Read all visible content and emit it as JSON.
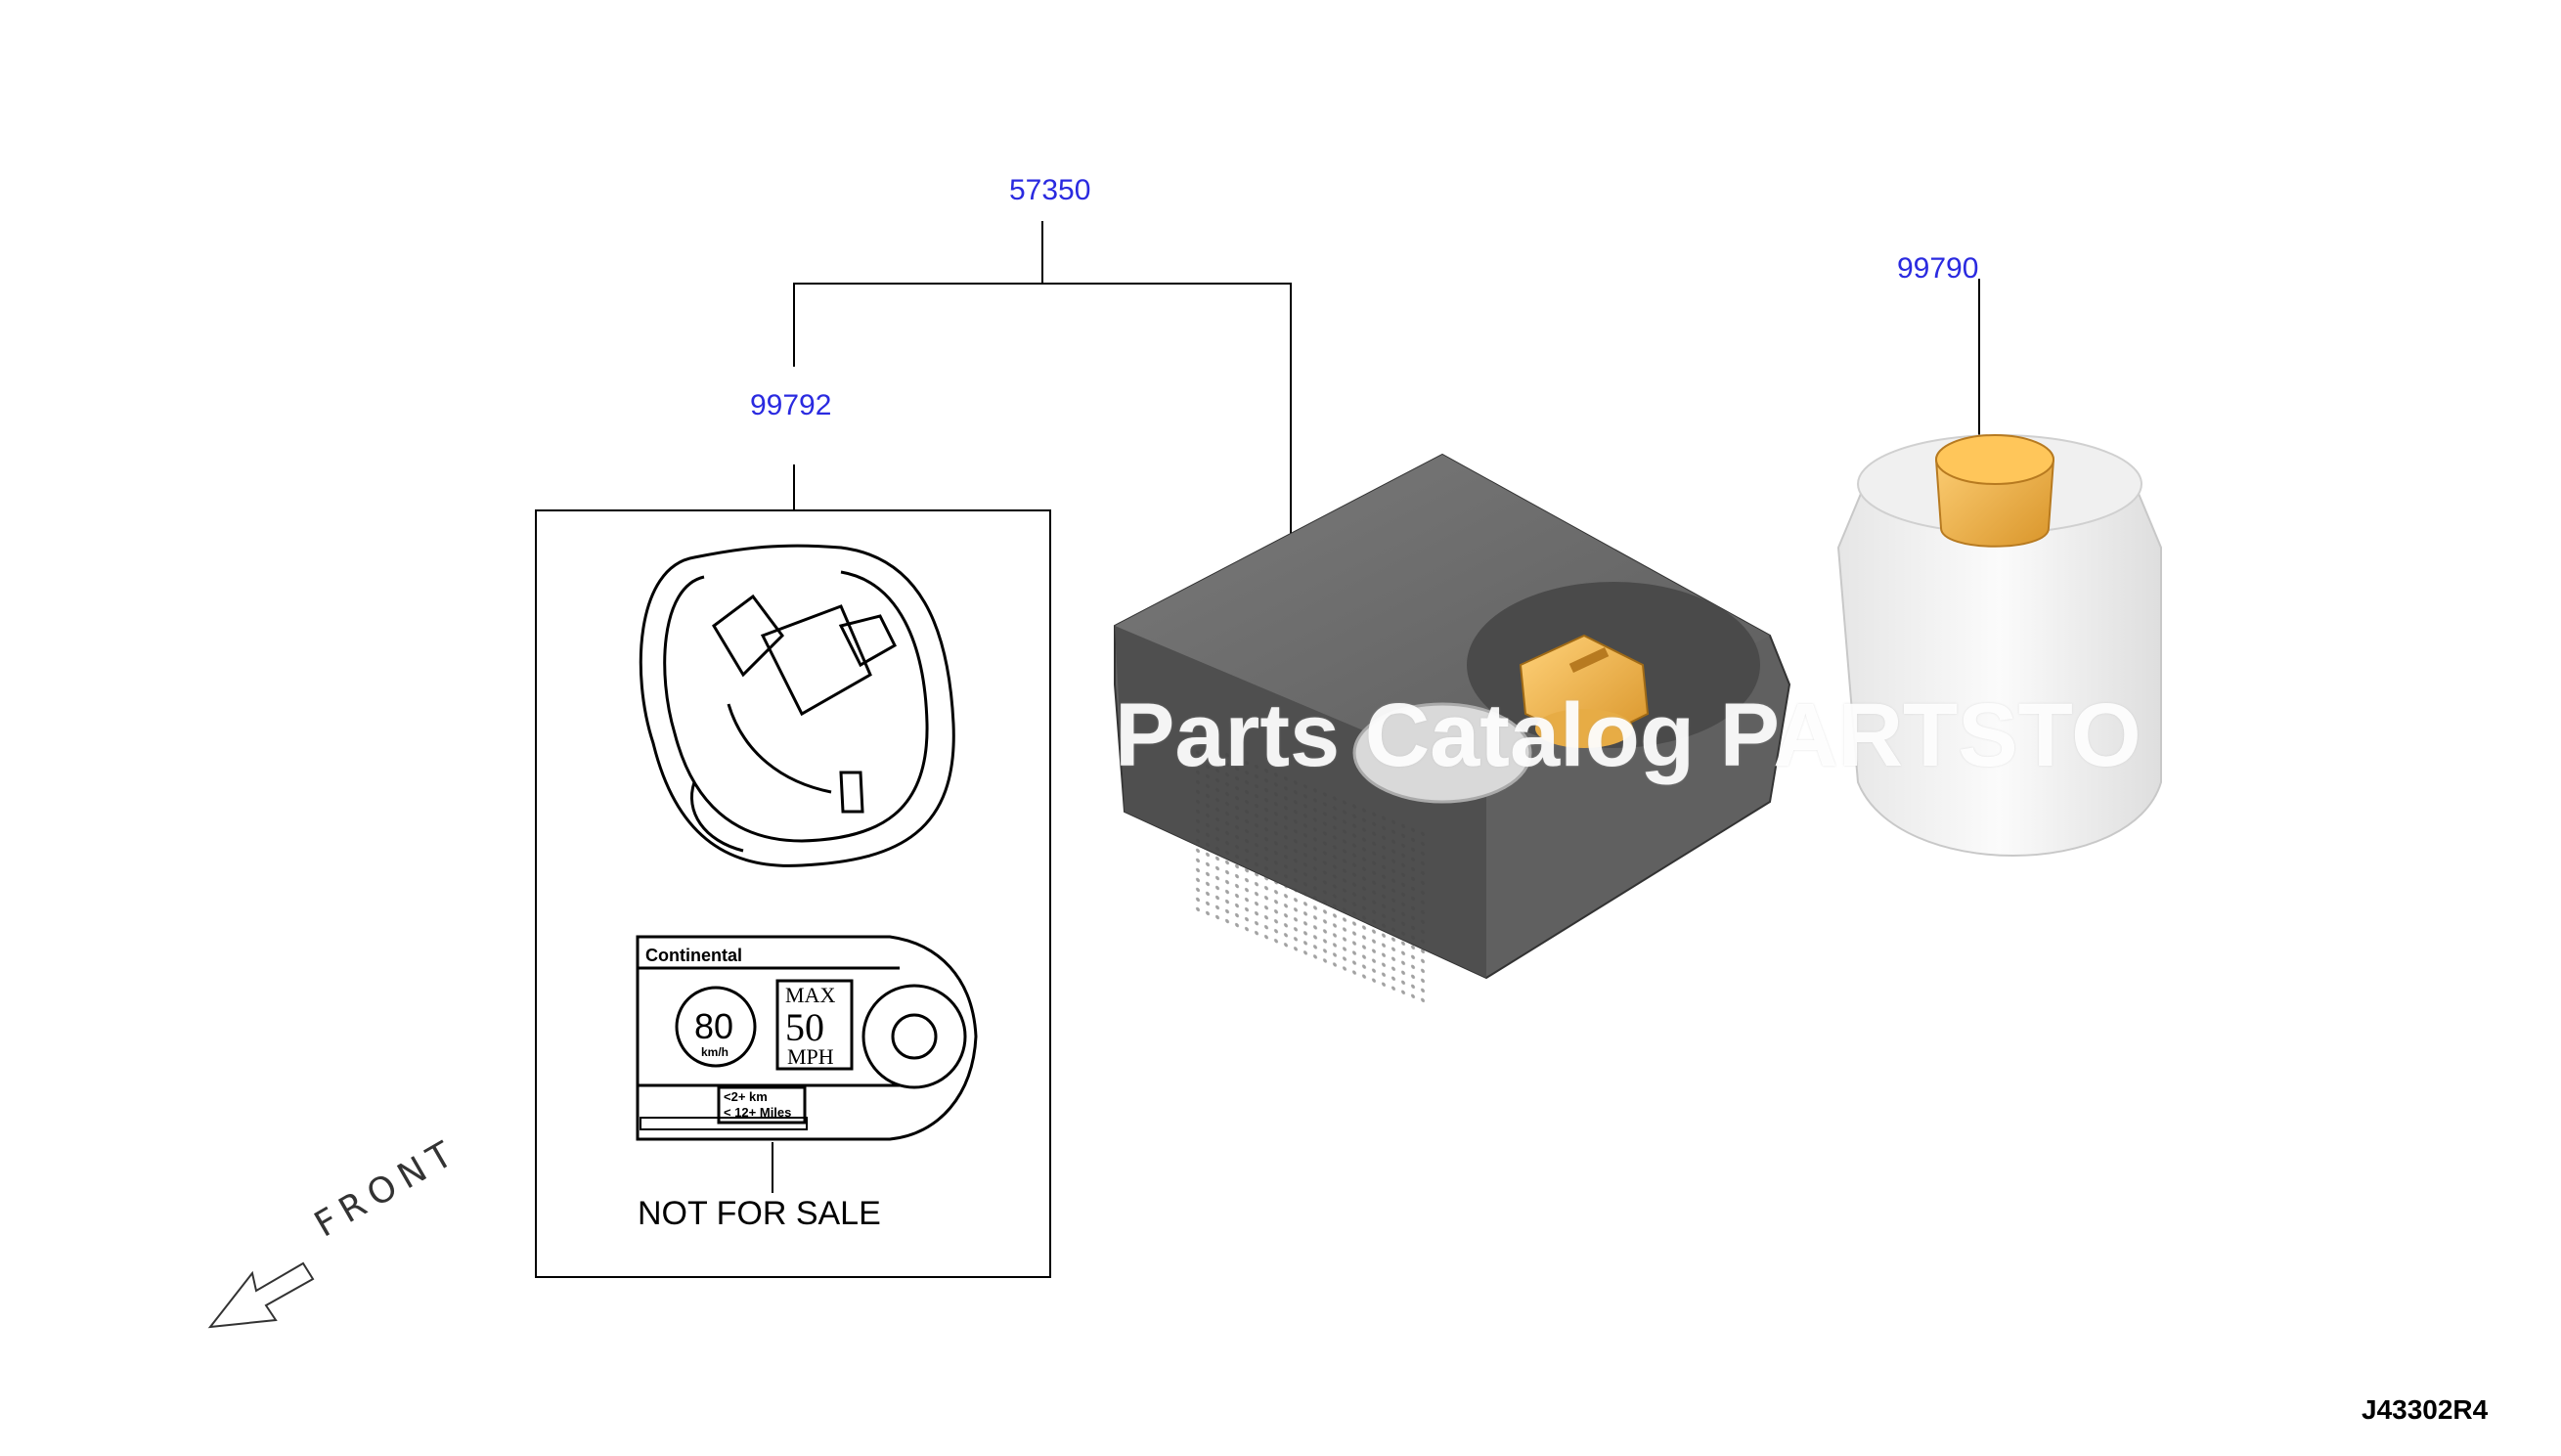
{
  "parts": {
    "kit": "57350",
    "manual": "99792",
    "sealant": "99790"
  },
  "not_for_sale": "NOT FOR SALE",
  "front_label": "FRONT",
  "diagram_code": "J43302R4",
  "watermark": "Parts Catalog PARTSTO",
  "manual_card": {
    "brand": "Continental",
    "speed_kmh": "80",
    "kmh_unit": "km/h",
    "max": "MAX",
    "speed_mph": "50",
    "mph_unit": "MPH",
    "dist_km": "<2+ km",
    "dist_miles": "< 12+ Miles"
  },
  "colors": {
    "label": "#2a2ae0",
    "cap": "#f3b84a",
    "box": "#6b6b6b"
  }
}
